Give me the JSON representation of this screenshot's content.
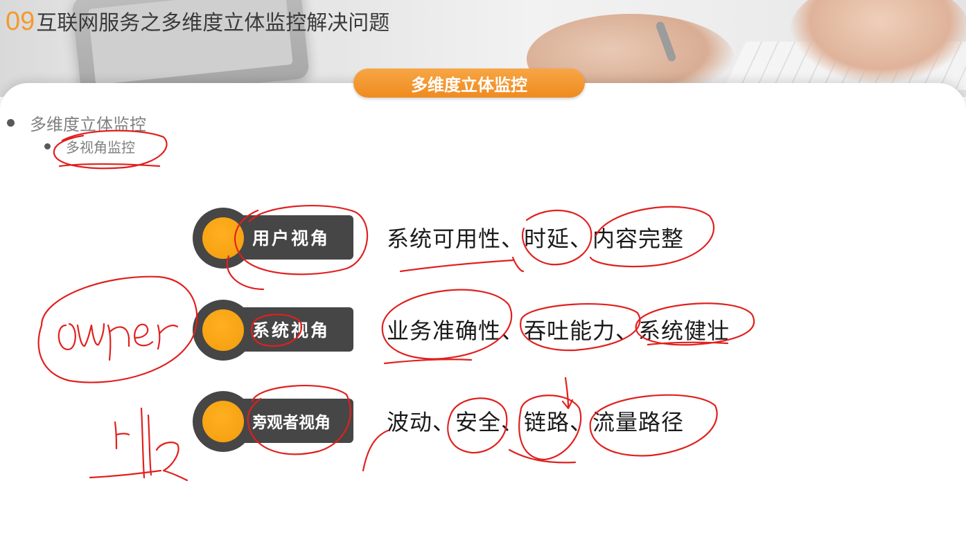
{
  "slide": {
    "number": "09",
    "title": "互联网服务之多维度立体监控解决问题",
    "section_pill": "多维度立体监控",
    "bullets": {
      "level1": "多维度立体监控",
      "level2": "多视角监控"
    },
    "perspectives": [
      {
        "label": "用户视角",
        "description": "系统可用性、时延、内容完整"
      },
      {
        "label": "系统视角",
        "description": "业务准确性、吞吐能力、系统健壮"
      },
      {
        "label": "旁观者视角",
        "description": "波动、安全、链路、流量路径"
      }
    ],
    "accent_color": "#f29a2e",
    "badge_color": "#464646",
    "annotation_color": "#e0201e"
  }
}
